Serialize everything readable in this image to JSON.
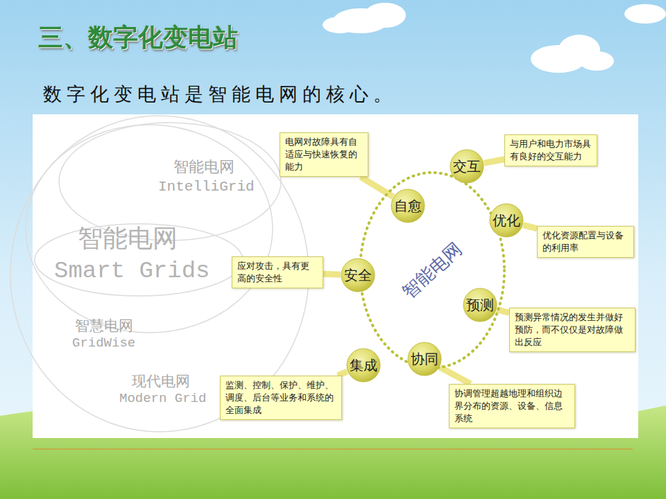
{
  "diagram": {
    "title": "三、数字化变电站",
    "nodes": [
      {
        "text": [
          "智能电网"
        ]
      },
      {
        "text": [
          "自愈"
        ]
      },
      {
        "text": [
          "电网对故障具有自适应与快速恢复的能力"
        ]
      },
      {
        "text": [
          "交互"
        ]
      },
      {
        "text": [
          "与用户和电力市场具有良好的交互能力"
        ]
      },
      {
        "text": [
          "优化"
        ]
      },
      {
        "text": [
          "优化资源配置与设备的利用率"
        ]
      },
      {
        "text": [
          "预测"
        ]
      },
      {
        "text": [
          "预测异常情况的发生并做好预防，而不仅仅是对故障做出反应"
        ]
      },
      {
        "text": [
          "协同"
        ]
      },
      {
        "text": [
          "协调管理超越地理和组织边界分布的资源、设备、信息系统"
        ]
      },
      {
        "text": [
          "集成"
        ]
      },
      {
        "text": [
          "监测、控制、保护、维护、调度、后台等业务和系统的全面集成"
        ]
      },
      {
        "text": [
          "安全"
        ]
      },
      {
        "text": [
          "应对攻击，具有更高的安全性"
        ]
      }
    ],
    "edges": [
      {
        "from": 2,
        "to": 1,
        "arrow": "none"
      },
      {
        "from": 4,
        "to": 3,
        "arrow": "none"
      },
      {
        "from": 6,
        "to": 5,
        "arrow": "none"
      },
      {
        "from": 8,
        "to": 7,
        "arrow": "none"
      },
      {
        "from": 10,
        "to": 9,
        "arrow": "none"
      },
      {
        "from": 12,
        "to": 11,
        "arrow": "none"
      },
      {
        "from": 14,
        "to": 13,
        "arrow": "none"
      }
    ],
    "labels": [
      "数字化变电站是智能电网的核心。",
      "智能电网",
      "IntelliGrid",
      "智能电网",
      "Smart Grids",
      "智慧电网",
      "GridWise",
      "现代电网",
      "Modern Grid"
    ]
  }
}
